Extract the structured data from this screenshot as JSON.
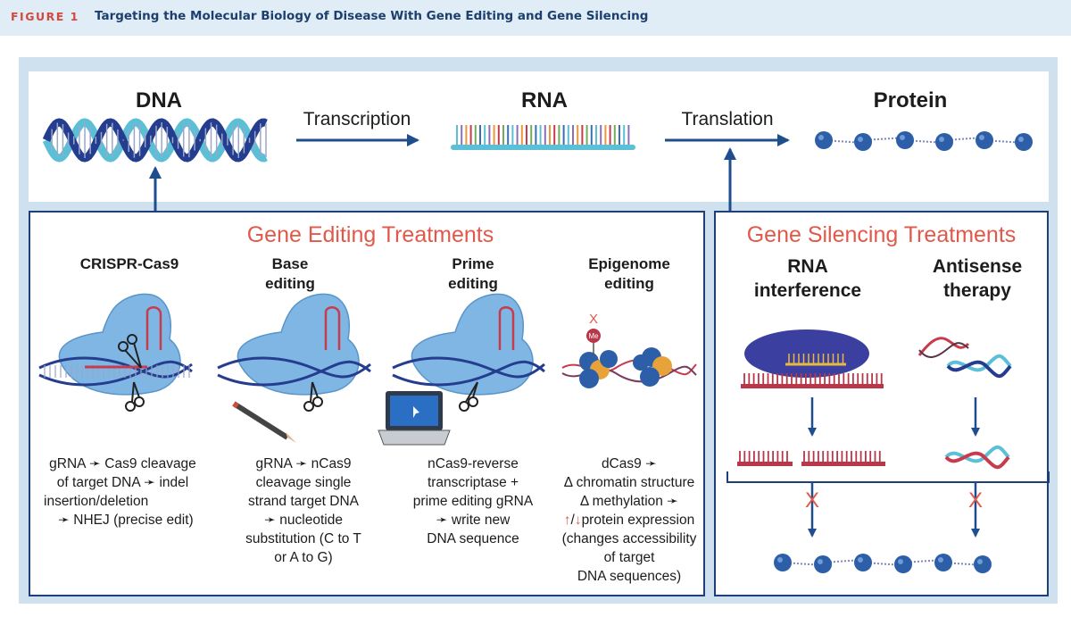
{
  "header": {
    "figure_label": "FIGURE 1",
    "title": "Targeting the Molecular Biology of Disease With Gene Editing and Gene Silencing"
  },
  "top": {
    "dna": "DNA",
    "rna": "RNA",
    "protein": "Protein",
    "transcription": "Transcription",
    "translation": "Translation"
  },
  "editing": {
    "title": "Gene Editing Treatments",
    "cols": [
      {
        "head": [
          "CRISPR-Cas9"
        ],
        "desc": [
          "gRNA ➛ Cas9 cleavage",
          "of target DNA ➛ indel",
          "insertion/deletion",
          "➛ NHEJ (precise edit)"
        ]
      },
      {
        "head": [
          "Base",
          "editing"
        ],
        "desc": [
          "gRNA ➛ nCas9",
          "cleavage single",
          "strand target DNA",
          "➛ nucleotide",
          "substitution (C to T",
          "or A to G)"
        ]
      },
      {
        "head": [
          "Prime",
          "editing"
        ],
        "desc": [
          "nCas9-reverse",
          "transcriptase +",
          "prime editing gRNA",
          "➛ write new",
          "DNA sequence"
        ]
      },
      {
        "head": [
          "Epigenome",
          "editing"
        ],
        "desc": [
          "dCas9 ➛",
          "Δ chromatin structure",
          "Δ methylation ➛",
          "protein expression",
          "(changes accessibility",
          "of target",
          "DNA sequences)"
        ]
      }
    ],
    "arrow_up": "↑",
    "arrow_down": "↓",
    "slash": "/",
    "me_label": "Me",
    "x_mark": "X"
  },
  "silencing": {
    "title": "Gene Silencing Treatments",
    "rnai": [
      "RNA",
      "interference"
    ],
    "antisense": [
      "Antisense",
      "therapy"
    ],
    "x_mark": "X"
  },
  "colors": {
    "navy": "#1f3f7a",
    "accent": "#e0594a",
    "dna_light": "#5bc0d6",
    "dna_dark": "#243d8f",
    "protein_bead": "#2c5fa8",
    "cas9_blob": "#7fb6e4",
    "mrna_red": "#b8384a"
  }
}
